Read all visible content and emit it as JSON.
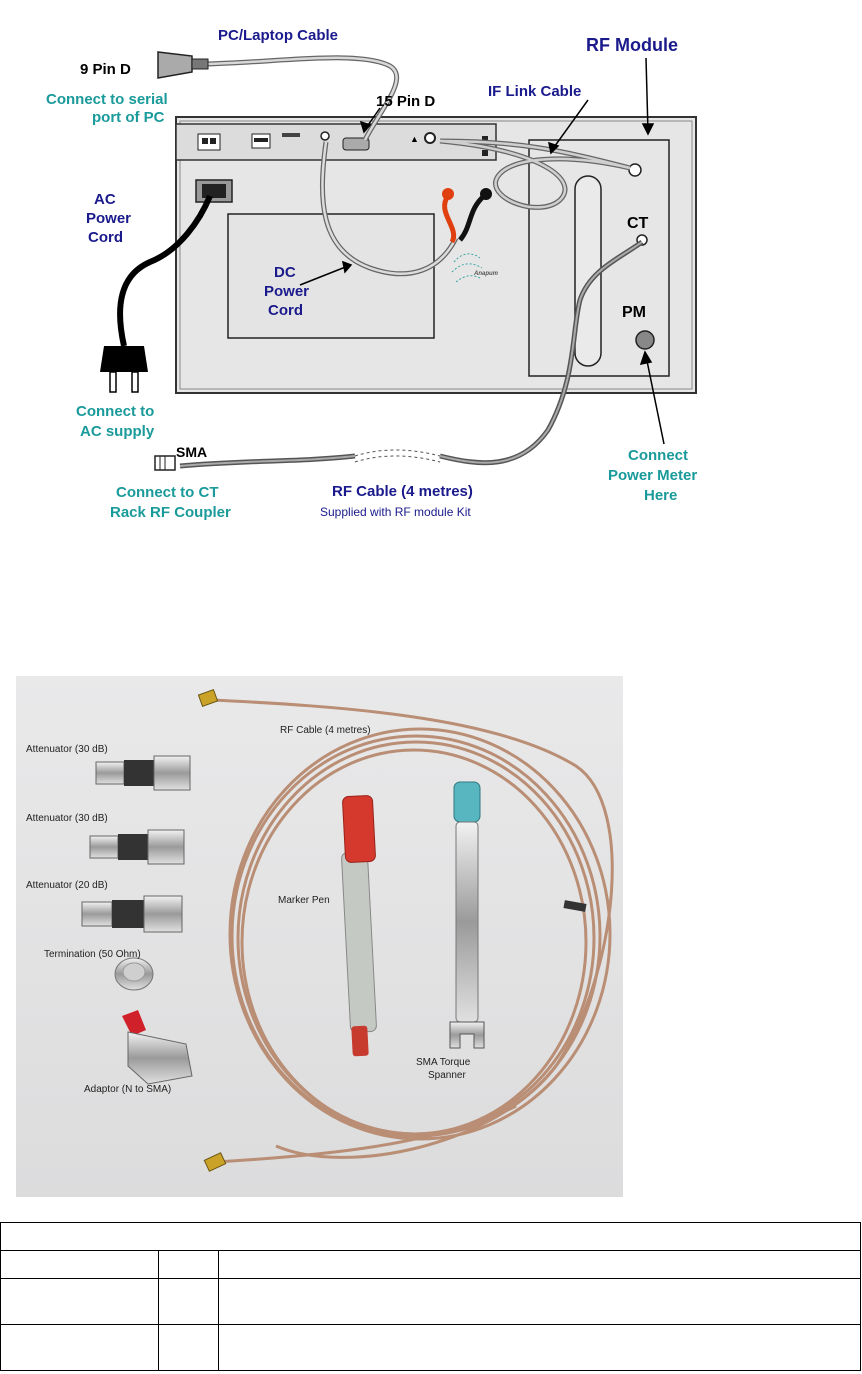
{
  "diagram": {
    "labels": {
      "pc_cable": "PC/Laptop Cable",
      "nine_pin": "9 Pin D",
      "serial_1": "Connect to serial",
      "serial_2": "port of PC",
      "fifteen_pin": "15 Pin D",
      "rf_module": "RF Module",
      "if_link": "IF  Link Cable",
      "ac_1": "AC",
      "ac_2": "Power",
      "ac_3": "Cord",
      "dc_1": "DC",
      "dc_2": "Power",
      "dc_3": "Cord",
      "ct": "CT",
      "pm": "PM",
      "ac_supply_1": "Connect to",
      "ac_supply_2": "AC supply",
      "sma": "SMA",
      "ct_coupler_1": "Connect to CT",
      "ct_coupler_2": "Rack RF Coupler",
      "rf_cable": "RF Cable (4 metres)",
      "supplied": "Supplied with RF module Kit",
      "pm_1": "Connect",
      "pm_2": "Power Meter",
      "pm_3": "Here"
    },
    "colors": {
      "navy": "#1a1a8c",
      "teal": "#1a9a9a"
    }
  },
  "photo": {
    "labels": {
      "rf_cable": "RF Cable (4 metres)",
      "att1": "Attenuator (30 dB)",
      "att2": "Attenuator (30 dB)",
      "att3": "Attenuator (20 dB)",
      "termination": "Termination (50 Ohm)",
      "adaptor": "Adaptor (N to SMA)",
      "marker": "Marker Pen",
      "spanner_1": "SMA Torque",
      "spanner_2": "Spanner"
    }
  },
  "table": {
    "rows": [
      [
        "",
        "",
        ""
      ],
      [
        "",
        "",
        ""
      ],
      [
        "",
        "",
        ""
      ]
    ]
  }
}
